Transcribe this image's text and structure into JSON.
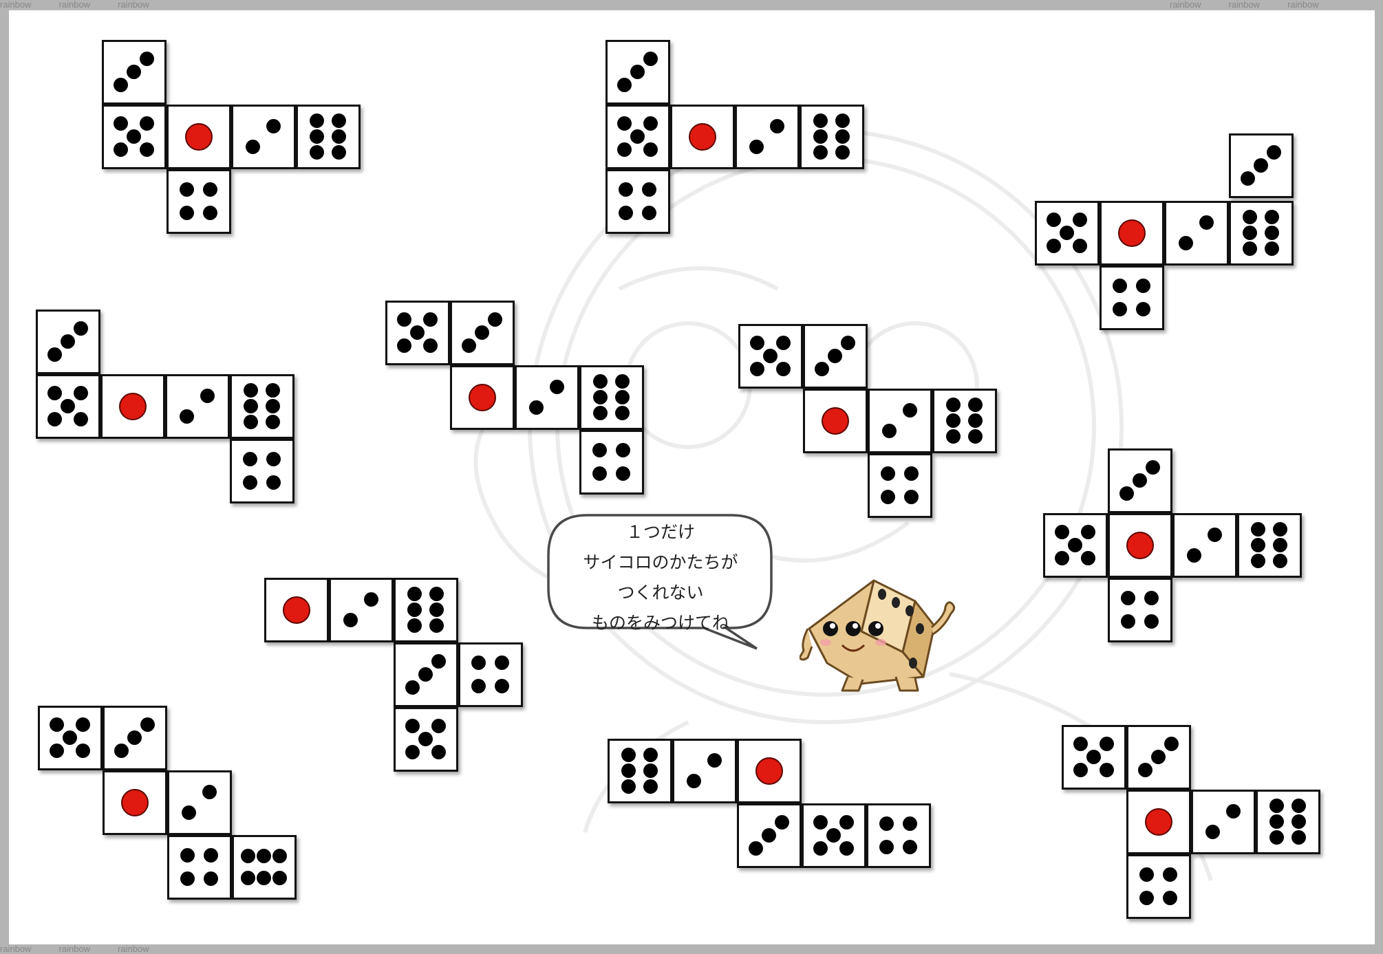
{
  "watermark": {
    "text": "rainbow"
  },
  "speech_bubble": {
    "lines": [
      "１つだけ",
      "サイコロのかたちが",
      "つくれない",
      "ものをみつけてね"
    ]
  },
  "mascot": {
    "name": "dice-mascot",
    "color": "#e8c890"
  },
  "colors": {
    "pip": "#000000",
    "one_pip": "#e01a10",
    "border": "#111111"
  },
  "nets": [
    {
      "faces": [
        {
          "c": 0,
          "r": 0,
          "v": 3
        },
        {
          "c": 0,
          "r": 1,
          "v": 5
        },
        {
          "c": 1,
          "r": 1,
          "v": 1
        },
        {
          "c": 2,
          "r": 1,
          "v": 2
        },
        {
          "c": 3,
          "r": 1,
          "v": 6
        },
        {
          "c": 1,
          "r": 2,
          "v": 4
        }
      ]
    },
    {
      "faces": [
        {
          "c": 0,
          "r": 0,
          "v": 3
        },
        {
          "c": 0,
          "r": 1,
          "v": 5
        },
        {
          "c": 1,
          "r": 1,
          "v": 1
        },
        {
          "c": 2,
          "r": 1,
          "v": 2
        },
        {
          "c": 3,
          "r": 1,
          "v": 6
        },
        {
          "c": 0,
          "r": 2,
          "v": 4
        }
      ]
    },
    {
      "faces": [
        {
          "c": 3,
          "r": 0,
          "v": 3
        },
        {
          "c": 0,
          "r": 1,
          "v": 5
        },
        {
          "c": 1,
          "r": 1,
          "v": 1
        },
        {
          "c": 2,
          "r": 1,
          "v": 2
        },
        {
          "c": 3,
          "r": 1,
          "v": 6
        },
        {
          "c": 1,
          "r": 2,
          "v": 4
        }
      ]
    },
    {
      "faces": [
        {
          "c": 0,
          "r": 0,
          "v": 3
        },
        {
          "c": 0,
          "r": 1,
          "v": 5
        },
        {
          "c": 1,
          "r": 1,
          "v": 1
        },
        {
          "c": 2,
          "r": 1,
          "v": 2
        },
        {
          "c": 3,
          "r": 1,
          "v": 6
        },
        {
          "c": 3,
          "r": 2,
          "v": 4
        }
      ]
    },
    {
      "faces": [
        {
          "c": 0,
          "r": 0,
          "v": 5
        },
        {
          "c": 1,
          "r": 0,
          "v": 3
        },
        {
          "c": 1,
          "r": 1,
          "v": 1
        },
        {
          "c": 2,
          "r": 1,
          "v": 2
        },
        {
          "c": 3,
          "r": 1,
          "v": 6
        },
        {
          "c": 3,
          "r": 2,
          "v": 4
        }
      ]
    },
    {
      "faces": [
        {
          "c": 0,
          "r": 0,
          "v": 5
        },
        {
          "c": 1,
          "r": 0,
          "v": 3
        },
        {
          "c": 1,
          "r": 1,
          "v": 1
        },
        {
          "c": 2,
          "r": 1,
          "v": 2
        },
        {
          "c": 3,
          "r": 1,
          "v": 6
        },
        {
          "c": 2,
          "r": 2,
          "v": 4
        }
      ]
    },
    {
      "faces": [
        {
          "c": 1,
          "r": 0,
          "v": 3
        },
        {
          "c": 0,
          "r": 1,
          "v": 5
        },
        {
          "c": 1,
          "r": 1,
          "v": 1
        },
        {
          "c": 2,
          "r": 1,
          "v": 2
        },
        {
          "c": 3,
          "r": 1,
          "v": 6
        },
        {
          "c": 1,
          "r": 2,
          "v": 4
        }
      ]
    },
    {
      "faces": [
        {
          "c": 0,
          "r": 0,
          "v": 1
        },
        {
          "c": 1,
          "r": 0,
          "v": 2
        },
        {
          "c": 2,
          "r": 0,
          "v": 6
        },
        {
          "c": 2,
          "r": 1,
          "v": 3
        },
        {
          "c": 3,
          "r": 1,
          "v": 4
        },
        {
          "c": 2,
          "r": 2,
          "v": 5
        }
      ]
    },
    {
      "faces": [
        {
          "c": 0,
          "r": 0,
          "v": 5
        },
        {
          "c": 1,
          "r": 0,
          "v": 3
        },
        {
          "c": 1,
          "r": 1,
          "v": 1
        },
        {
          "c": 2,
          "r": 1,
          "v": 2
        },
        {
          "c": 2,
          "r": 2,
          "v": 4
        },
        {
          "c": 3,
          "r": 2,
          "v": 6,
          "rot": true
        }
      ]
    },
    {
      "faces": [
        {
          "c": 0,
          "r": 0,
          "v": 6
        },
        {
          "c": 1,
          "r": 0,
          "v": 2
        },
        {
          "c": 2,
          "r": 0,
          "v": 1
        },
        {
          "c": 2,
          "r": 1,
          "v": 3
        },
        {
          "c": 3,
          "r": 1,
          "v": 5
        },
        {
          "c": 4,
          "r": 1,
          "v": 4
        }
      ]
    },
    {
      "faces": [
        {
          "c": 0,
          "r": 0,
          "v": 5
        },
        {
          "c": 1,
          "r": 0,
          "v": 3
        },
        {
          "c": 1,
          "r": 1,
          "v": 1
        },
        {
          "c": 2,
          "r": 1,
          "v": 2
        },
        {
          "c": 3,
          "r": 1,
          "v": 6
        },
        {
          "c": 1,
          "r": 2,
          "v": 4
        }
      ]
    }
  ]
}
